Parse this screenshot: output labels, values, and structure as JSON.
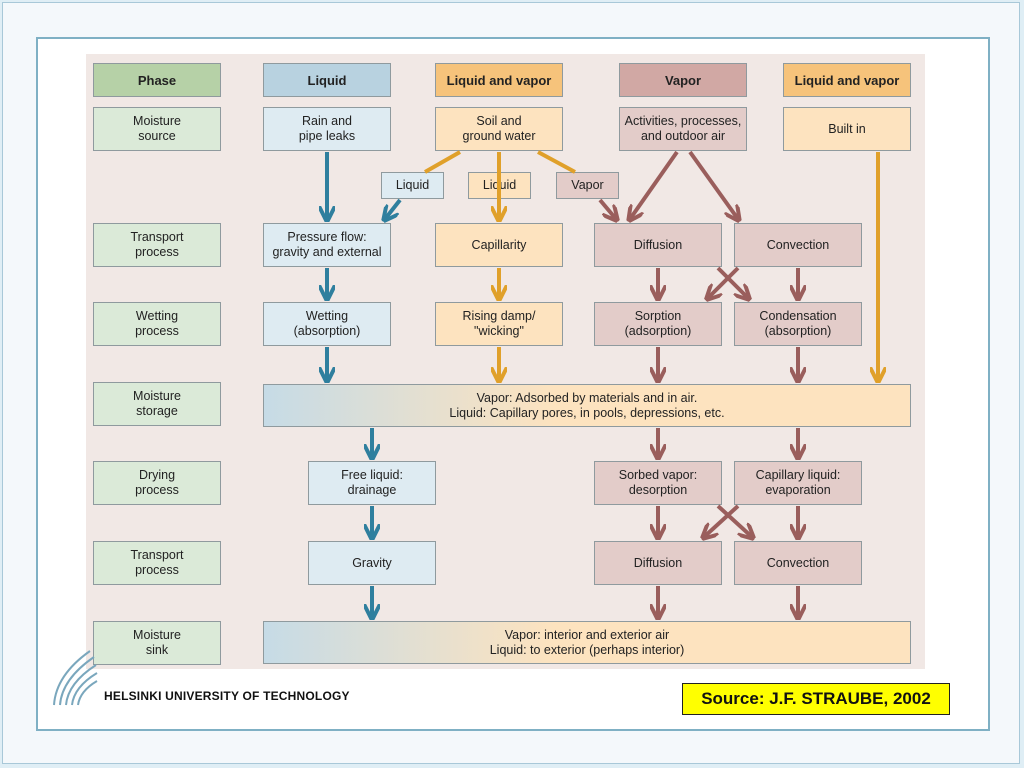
{
  "header": {
    "phase": "Phase",
    "col1": "Liquid",
    "col2": "Liquid and vapor",
    "col3": "Vapor",
    "col4": "Liquid and vapor"
  },
  "rows": {
    "source": "Moisture\nsource",
    "transport1": "Transport\nprocess",
    "wetting": "Wetting\nprocess",
    "storage": "Moisture\nstorage",
    "drying": "Drying\nprocess",
    "transport2": "Transport\nprocess",
    "sink": "Moisture\nsink"
  },
  "sources": {
    "rain": "Rain and\npipe leaks",
    "soil": "Soil and\nground water",
    "activities": "Activities, processes,\nand outdoor air",
    "builtin": "Built in"
  },
  "phase_labels": {
    "liquid_a": "Liquid",
    "liquid_b": "Liquid",
    "vapor": "Vapor"
  },
  "transport1": {
    "pressure": "Pressure flow:\ngravity and external",
    "capillarity": "Capillarity",
    "diffusion": "Diffusion",
    "convection": "Convection"
  },
  "wetting": {
    "absorption": "Wetting\n(absorption)",
    "rising": "Rising damp/\n\"wicking\"",
    "sorption": "Sorption\n(adsorption)",
    "condensation": "Condensation\n(absorption)"
  },
  "storage_text": "Vapor: Adsorbed by materials and in air.\nLiquid: Capillary pores, in pools, depressions, etc.",
  "drying": {
    "free": "Free liquid:\ndrainage",
    "sorbed": "Sorbed vapor:\ndesorption",
    "capillary": "Capillary liquid:\nevaporation"
  },
  "transport2": {
    "gravity": "Gravity",
    "diffusion": "Diffusion",
    "convection": "Convection"
  },
  "sink_text": "Vapor: interior and exterior air\nLiquid: to exterior (perhaps interior)",
  "footer": {
    "university": "HELSINKI UNIVERSITY OF TECHNOLOGY",
    "source": "Source: J.F. STRAUBE, 2002"
  },
  "colors": {
    "blue_arrow": "#2f7f9e",
    "orange_arrow": "#e0a02a",
    "pink_arrow": "#9a5e5c"
  }
}
